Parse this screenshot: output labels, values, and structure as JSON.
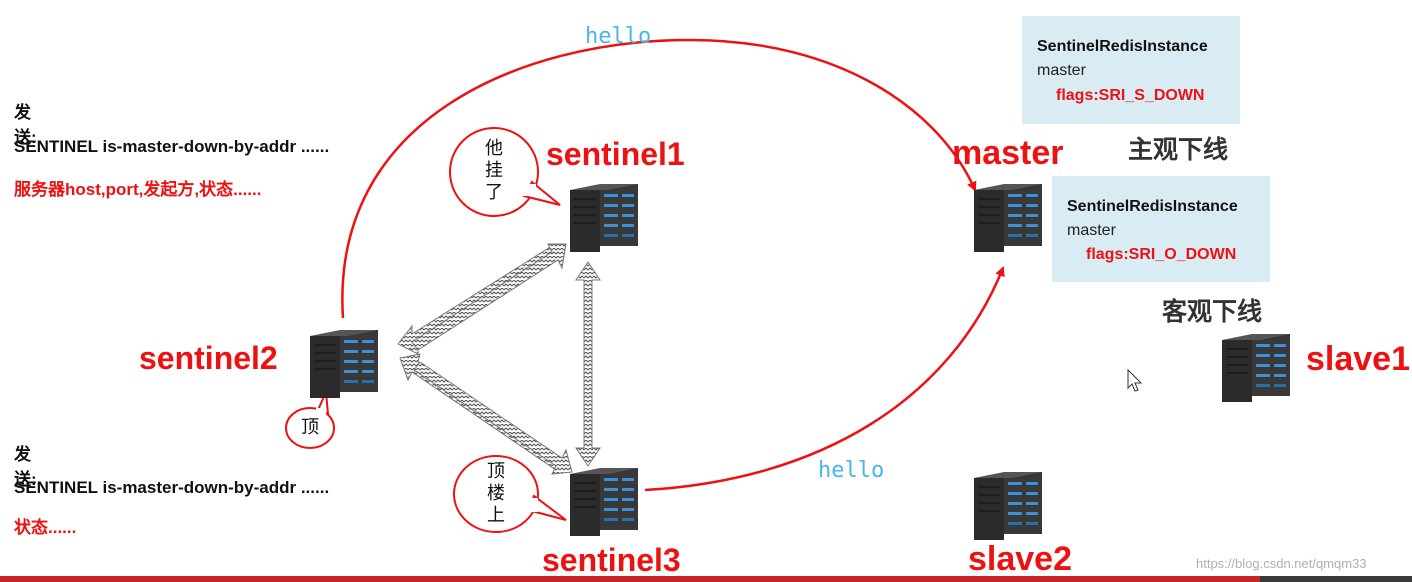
{
  "nodes": {
    "sentinel1": "sentinel1",
    "sentinel2": "sentinel2",
    "sentinel3": "sentinel3",
    "master": "master",
    "slave1": "slave1",
    "slave2": "slave2"
  },
  "hello_top": "hello",
  "hello_bottom": "hello",
  "message_top": {
    "heading": "发送:",
    "command": "SENTINEL is-master-down-by-addr ......",
    "detail": "服务器host,port,发起方,状态......"
  },
  "message_bottom": {
    "heading": "发送:",
    "command": "SENTINEL is-master-down-by-addr ......",
    "detail": "状态......"
  },
  "info_box_sdown": {
    "title": "SentinelRedisInstance",
    "role": "master",
    "flags": "flags:SRI_S_DOWN"
  },
  "info_box_odown": {
    "title": "SentinelRedisInstance",
    "role": "master",
    "flags": "flags:SRI_O_DOWN"
  },
  "state_subjective": "主观下线",
  "state_objective": "客观下线",
  "bubbles": {
    "sentinel1": [
      "他",
      "挂",
      "了"
    ],
    "sentinel2": [
      "顶"
    ],
    "sentinel3": [
      "顶",
      "楼",
      "上"
    ]
  },
  "watermark": "https://blog.csdn.net/qmqm33",
  "colors": {
    "accent_red": "#ee1111",
    "hello_blue": "#45b8e6",
    "info_bg": "#d9ebf3",
    "server_body": "#2f2f2f",
    "server_led": "#3a8fd8"
  },
  "icons": {
    "server": "server-rack-icon",
    "cursor": "mouse-cursor-icon"
  }
}
